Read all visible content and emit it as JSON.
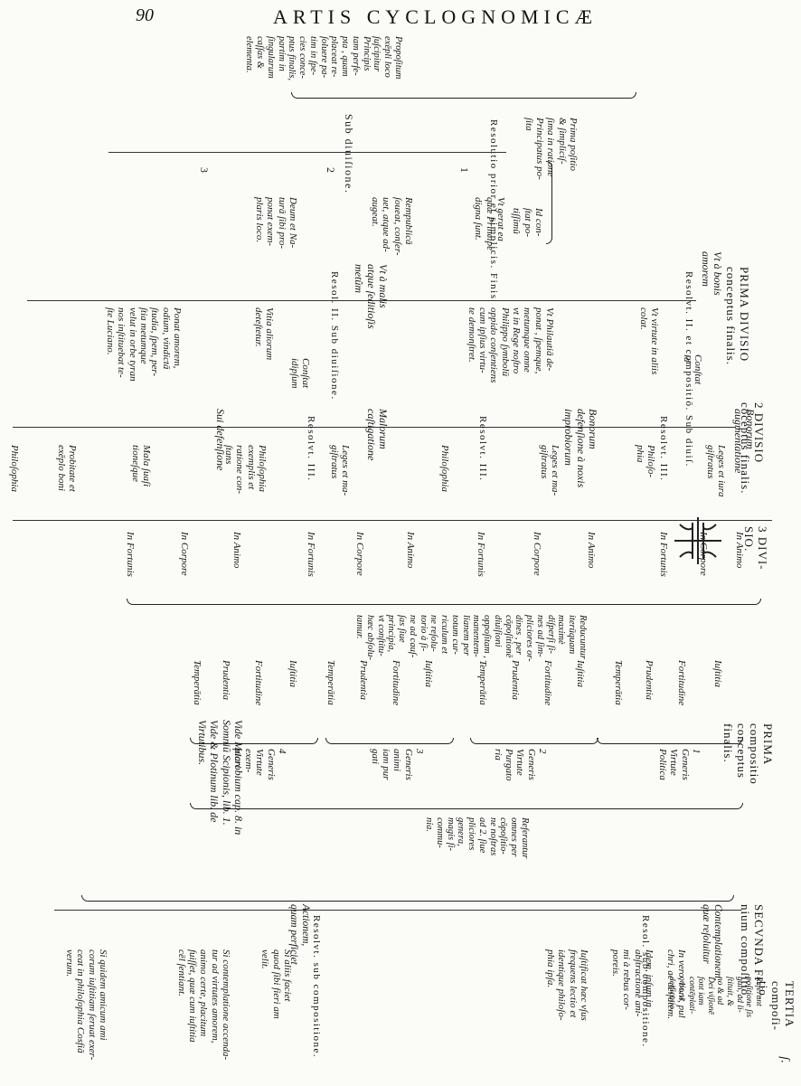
{
  "header": {
    "page_number": "90",
    "title": "ARTIS CYCLOGNOMICÆ"
  },
  "headings": {
    "prima_divisio": "PRIMA DIVISIO\nconceptus finalis.",
    "divisio_2": "2 DIVISIO\ncôceptus finalis.",
    "divisio_3": "3 DIVI-\nSIO.",
    "prima_compositio": "PRIMA\ncompositio\nconceptus\nfinalis.",
    "secunda": "SECVNDA FI-\nnium compoſitio.",
    "tertia": "TERTIA\ncompoſi-\ntio."
  },
  "resolution_labels": [
    "Resolutio prior et simplicis. Finis",
    "Sub diuiſione.",
    "Resolvt. II. et compositiō. Sub diuiſ.",
    "Resol. II. Sub diuiſione.",
    "Resolvt. III.",
    "Resolvt. III.",
    "Resolvt. III.",
    "Resol. sub compositione.",
    "Resolvt. sub compositione."
  ],
  "top_note": "Propoſitum\nexēpli loco\nſuſcipitur\nPrincipis\ntam perfe-\npta , quam\nplaceat re-\nſoluere pa-\ntim in ſpe-\ncies conce-\nptus finalis,\npartim in\nſingularum\ncaſſas &\nelementa.",
  "prima_positio": "Prima poſitio\n& ſimpliciſ-\nſima in ratione\nPrincipatus po-\nſita",
  "id_constat": "Id con-\nſtat po-\ntiſſimû",
  "simplex_items": [
    "Vt gerat ea\nquæ Principe\ndigna ſunt.",
    "Rempublicā\nſoueat, conſer-\nuet, atque ad-\naugeat.",
    "Deum et Na-\nturā ſibi pro-\nponat exem-\nplaris loco."
  ],
  "ut_a_bonis": "Vt à bonis\namorem",
  "ut_a_malis": "Vt à malis\natque ſeditioſis\nmetûm",
  "constat": [
    "Conſtat\nid",
    "Conſtat\nidipſum"
  ],
  "bonis_items": [
    "Vt virtute in aliis\ncolat.",
    "Vt Philautiā de-\nponat , ſpemque,\nmetumque omne\nvt in Rege noſtro\nPhilippo ſymbolū\noppido conſentiens\ncum ipſius virtu-\nte demonſtret."
  ],
  "malis_items": [
    "Vitia aliorum\ndeteſtetur.",
    "Ponat amorem,\nodium, vindictā\nſtudia, ſpem, per-\nſtia metumque\nvelut in orbe tyran\nnos inſtituebat te-\nſte Luciano."
  ],
  "division_2_groups": [
    "Bonorum\naugmentatione",
    "Bonorum\ndefenſione à noxis\nimprobiorum",
    "Malorum\ncaſtigatione",
    "Sui defenſione"
  ],
  "division_2_items": [
    "Leges et iura\ngiſtratus",
    "Philoſo-\nphia",
    "Leges et ma-\ngiſtratus",
    "Philoſophia",
    "Leges et ma-\ngiſtratus",
    "Philoſophia\nexemplis et\nratione con-\nſtans",
    "Mala ſuaſi\ntioneſque",
    "Probitate et\nexēplo boni",
    "Philoſophia"
  ],
  "division_3_groups": [
    "In Animo",
    "In Corpore",
    "In Fortunis"
  ],
  "composition_text": "Reducuntur\niterūquam\nmaximè\ndiſperſi ſi-\nnes ad ſim-\npliciores or-\ndines , per\ncōpoſitionē\ndiuiſioni\noppoſitam ,\nmanentem-\nlianem per\ntotum cur-\nriculum et\nne reſolu-\ntorio à ſi-\nne ad cauſ-\nſas ſiue\nprincipia,\nvt conſtitu-\nhæc abſolu-\ntamur.",
  "virtues_groups": [
    [
      "Iuſtitia",
      "Fortitudine",
      "Prudentia",
      "Temperātia"
    ],
    [
      "Iuſtitia",
      "Fortitudine",
      "Prudentia",
      "Temperātia"
    ],
    [
      "Iuſtitia",
      "Fortitudine",
      "Prudentia",
      "Temperātia"
    ],
    [
      "Iuſtitia",
      "Fortitudine",
      "Prudentia",
      "Temperātia"
    ]
  ],
  "generis": [
    "1\nGeneris\nVirtute\nPolitica",
    "2\nGeneris\nVirtute\nPurgato\nria",
    "3\nGeneris\nanimi\niam pur\ngati",
    "4\nGeneris\nVirtute\nexem-\nplari"
  ],
  "referantur": "Referantur\nomnes per\ncōpoſitio-\nne noſtras\nad 2. ſiue\npliciores\ngenera,\nmagis ſi-\ncommu-\nnia.",
  "vide_note": "Vide Macrobium cap. 8. in\nSomniū Scipionis, lib. 1.\nVide & Plotinum lib. de\nVirtutibus.",
  "contemplatio": {
    "head": "Contemplationem,\nquæ reſoluitur",
    "items": [
      "In vero, boni, pul\nchri, ac deifatem.",
      "Idem, ipſum in\nabſtractione ani-\nmi à rebus cor-\nporeis.",
      "Iuſtificat hæc vſus\nfrequens lectio et\nidentique philoſo-\nphia ipſa."
    ],
    "side": "Reſerunt\npoſitione ſis\nguli, ad li-\nſtituit, &\nno & ad\nDei viſionē\nfont iam\ncontēplati-\nonis, vt\ndeificatio."
  },
  "actio": {
    "head": "Actionem,\nquam perficiet",
    "items": [
      "Si aliis faciet\nquod ſibi fieri am\nvelit.",
      "Si contemplatione accenda-\ntur ad virtutes amorem,\nanimo certe, placitum\nfuiſſet, quæ cum iuſtitia\ncēl ſentiant.",
      "Si quidem amicum ami\ncorum iuſtitiam ſeruat exer-\nceat in philoſophia Cosfiā\nverum."
    ]
  },
  "page_number_bottom": "ſ."
}
